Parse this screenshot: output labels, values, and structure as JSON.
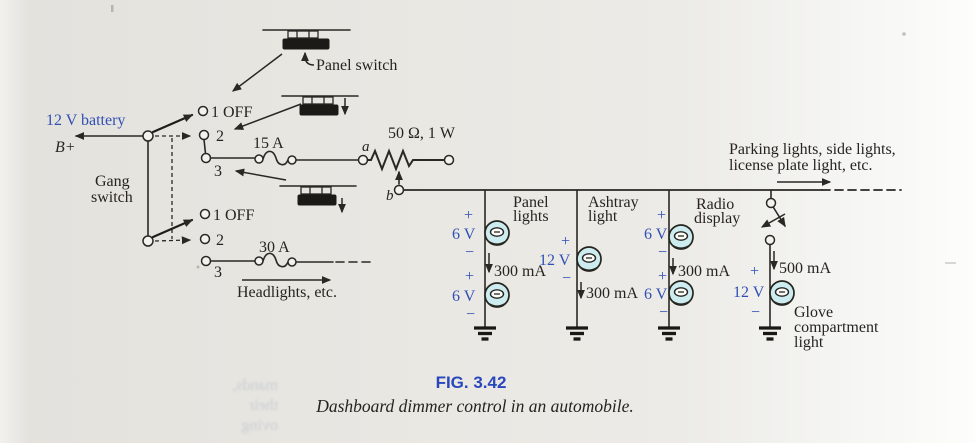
{
  "colors": {
    "paper": "#e9e7e2",
    "ink": "#2a2824",
    "accent_blue": "#2f4fb5",
    "lamp_fill": "#cdecf0"
  },
  "source": {
    "battery_label": "12 V battery",
    "battery_terminal": "B+",
    "gang_switch_line1": "Gang",
    "gang_switch_line2": "switch"
  },
  "panel_switch": {
    "label": "Panel switch"
  },
  "dimmer_switch_top": {
    "pos1": "1 OFF",
    "pos2": "2",
    "pos3": "3",
    "fuse": "15 A"
  },
  "dimmer_switch_bottom": {
    "pos1": "1 OFF",
    "pos2": "2",
    "pos3": "3",
    "fuse": "30 A",
    "load_label": "Headlights, etc."
  },
  "rheostat": {
    "label": "50 Ω, 1 W",
    "node_a": "a",
    "node_b": "b"
  },
  "feeder_note": {
    "line1": "Parking lights, side lights,",
    "line2": "license plate light, etc."
  },
  "branches": [
    {
      "label_line1": "Panel",
      "label_line2": "lights",
      "lamp1_v": "6 V",
      "lamp2_v": "6 V",
      "current": "300 mA",
      "plus": "+",
      "minus": "−"
    },
    {
      "label_line1": "Ashtray",
      "label_line2": "light",
      "lamp1_v": "12 V",
      "current": "300 mA",
      "plus": "+",
      "minus": "−"
    },
    {
      "label_line1": "Radio",
      "label_line2": "display",
      "lamp1_v": "6 V",
      "lamp2_v": "6 V",
      "current": "300 mA",
      "plus": "+",
      "minus": "−"
    },
    {
      "label_line1": "Glove",
      "label_line2": "compartment",
      "label_line3": "light",
      "lamp1_v": "12 V",
      "current": "500 mA",
      "plus": "+",
      "minus": "−"
    }
  ],
  "caption": {
    "fig": "FIG. 3.42",
    "text": "Dashboard dimmer control in an automobile."
  },
  "artifacts": {
    "bleed_line1": "mands,",
    "bleed_line2": "their",
    "bleed_line3": "oving"
  }
}
